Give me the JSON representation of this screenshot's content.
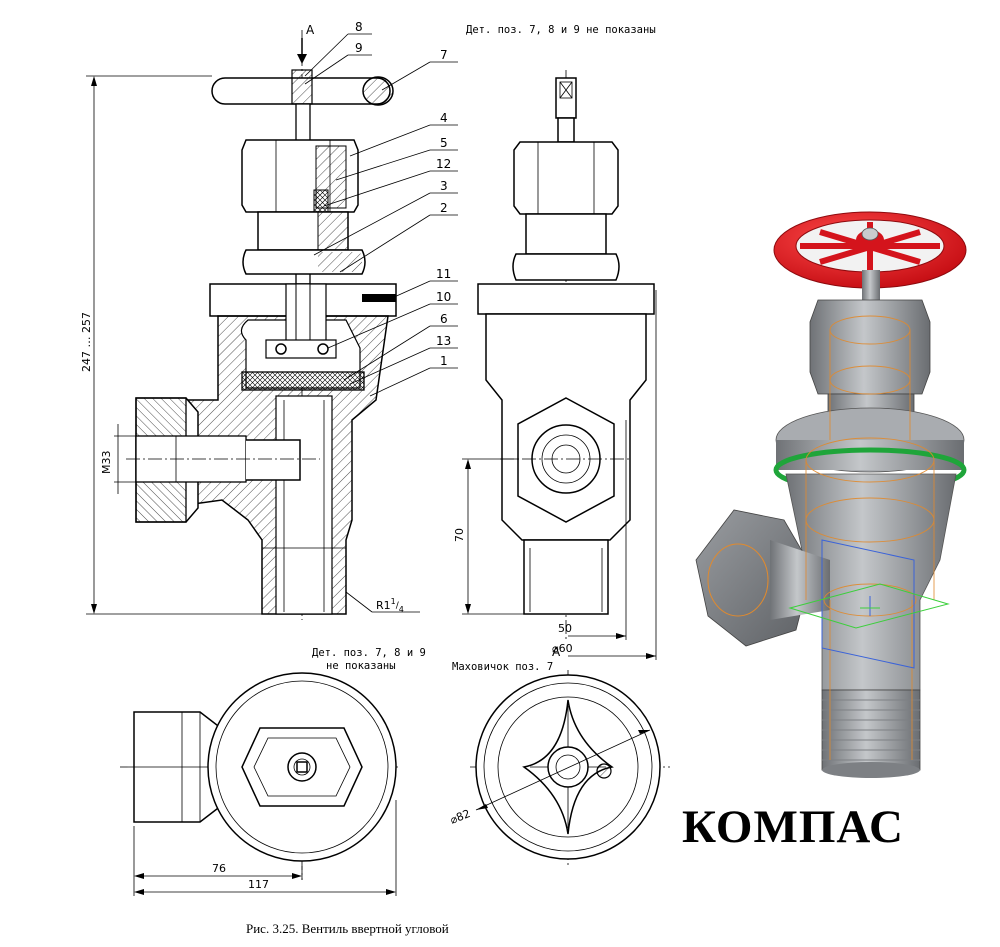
{
  "brand": "КОМПАС",
  "caption": "Рис. 3.25. Вентиль ввертной угловой",
  "view_label_a_top": "А",
  "view_label_a_bottom": "А",
  "notes": {
    "top": "Дет. поз. 7, 8 и 9 не показаны",
    "bottom_line1": "Дет. поз. 7, 8 и 9",
    "bottom_line2": "не показаны",
    "handwheel": "Маховичок поз. 7"
  },
  "callouts": [
    "8",
    "9",
    "7",
    "4",
    "5",
    "12",
    "3",
    "2",
    "11",
    "10",
    "6",
    "13",
    "1"
  ],
  "dimensions": {
    "height": "247 … 257",
    "thread_m": "М33",
    "thread_r": "R1",
    "thread_r_sup": "1",
    "thread_r_sub": "4",
    "d70": "70",
    "d50": "50",
    "d60": "⌀60",
    "d76": "76",
    "d117": "117",
    "d82": "⌀82"
  },
  "colors": {
    "handwheel": "#e0141c",
    "metal": "#8a8d91",
    "metal_light": "#b9bcbf",
    "wire": "#e08a2e",
    "ring": "#1fa53a",
    "plane_blue": "#3b63d8",
    "plane_green": "#3ccf3c"
  }
}
